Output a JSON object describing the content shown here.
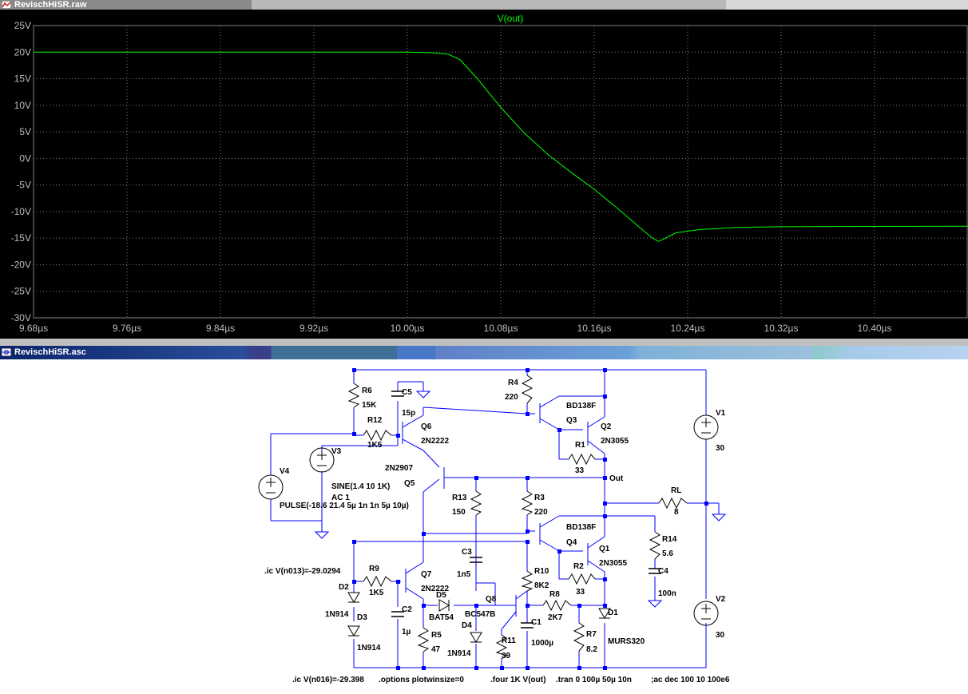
{
  "waveform_window": {
    "title": "RevischHiSR.raw",
    "trace_label": "V(out)",
    "trace_color": "#00ff00",
    "chart_data": {
      "type": "line",
      "title": "V(out)",
      "xlabel": "",
      "ylabel": "",
      "x_ticks": [
        "9.68µs",
        "9.76µs",
        "9.84µs",
        "9.92µs",
        "10.00µs",
        "10.08µs",
        "10.16µs",
        "10.24µs",
        "10.32µs",
        "10.40µs"
      ],
      "y_ticks": [
        "25V",
        "20V",
        "15V",
        "10V",
        "5V",
        "0V",
        "-5V",
        "-10V",
        "-15V",
        "-20V",
        "-25V",
        "-30V"
      ],
      "xlim": [
        9.68,
        10.48
      ],
      "ylim": [
        -30,
        25
      ],
      "grid": true,
      "series": [
        {
          "name": "V(out)",
          "x": [
            9.68,
            9.8,
            9.92,
            10.0,
            10.02,
            10.035,
            10.045,
            10.06,
            10.08,
            10.1,
            10.12,
            10.14,
            10.16,
            10.18,
            10.2,
            10.21,
            10.215,
            10.22,
            10.23,
            10.25,
            10.28,
            10.32,
            10.4,
            10.48
          ],
          "y": [
            20.0,
            20.0,
            20.0,
            20.0,
            19.9,
            19.6,
            18.6,
            15.0,
            9.6,
            4.8,
            0.8,
            -2.6,
            -5.8,
            -9.4,
            -13.2,
            -15.0,
            -15.6,
            -15.1,
            -14.0,
            -13.4,
            -13.0,
            -12.85,
            -12.8,
            -12.75
          ]
        }
      ]
    }
  },
  "schematic_window": {
    "title": "RevischHiSR.asc",
    "components": {
      "R6": {
        "name": "R6",
        "value": "15K"
      },
      "C5": {
        "name": "C5",
        "value": "15p"
      },
      "R4": {
        "name": "R4",
        "value": "220"
      },
      "Q3": {
        "name": "Q3",
        "model": "BD138F"
      },
      "Q2": {
        "name": "Q2",
        "model": "2N3055"
      },
      "R1": {
        "name": "R1",
        "value": "33"
      },
      "V1": {
        "name": "V1",
        "value": "30"
      },
      "R12": {
        "name": "R12",
        "value": "1K5"
      },
      "Q6": {
        "name": "Q6",
        "model": "2N2222"
      },
      "V4": {
        "name": "V4",
        "value": "PULSE(-18.6 21.4 5µ 1n 1n 5µ 10µ)"
      },
      "V3": {
        "name": "V3",
        "value1": "SINE(1.4 10 1K)",
        "value2": "AC 1"
      },
      "Q5": {
        "name": "Q5",
        "model": "2N2907"
      },
      "R13": {
        "name": "R13",
        "value": "150"
      },
      "R3": {
        "name": "R3",
        "value": "220"
      },
      "RL": {
        "name": "RL",
        "value": "8"
      },
      "Q4": {
        "name": "Q4",
        "model": "BD138F"
      },
      "Q1": {
        "name": "Q1",
        "model": "2N3055"
      },
      "R14": {
        "name": "R14",
        "value": "5.6"
      },
      "C4": {
        "name": "C4",
        "value": "100n"
      },
      "R2": {
        "name": "R2",
        "value": "33"
      },
      "C3": {
        "name": "C3",
        "value": "1n5"
      },
      "R9": {
        "name": "R9",
        "value": "1K5"
      },
      "Q7": {
        "name": "Q7",
        "model": "2N2222"
      },
      "R10": {
        "name": "R10",
        "value": "8K2"
      },
      "D2": {
        "name": "D2",
        "model": "1N914"
      },
      "D3": {
        "name": "D3",
        "model": "1N914"
      },
      "C2": {
        "name": "C2",
        "value": "1µ"
      },
      "D5": {
        "name": "D5",
        "model": "BAT54"
      },
      "Q8": {
        "name": "Q8",
        "model": "BC547B"
      },
      "R8": {
        "name": "R8",
        "value": "2K7"
      },
      "D1": {
        "name": "D1",
        "model": "MURS320"
      },
      "V2": {
        "name": "V2",
        "value": "30"
      },
      "R5": {
        "name": "R5",
        "value": "47"
      },
      "D4": {
        "name": "D4",
        "model": "1N914"
      },
      "R11": {
        "name": "R11",
        "value": "39"
      },
      "C1": {
        "name": "C1",
        "value": "1000µ"
      },
      "R7": {
        "name": "R7",
        "value": "8.2"
      }
    },
    "net_label_out": "Out",
    "directives": {
      "ic1": ".ic V(n013)=-29.0294",
      "ic2": ".ic V(n016)=-29.398",
      "options": ".options plotwinsize=0",
      "four": ".four 1K V(out)",
      "tran": ".tran 0 100µ 50µ 10n",
      "ac": ";ac dec 100 10 100e6"
    }
  }
}
